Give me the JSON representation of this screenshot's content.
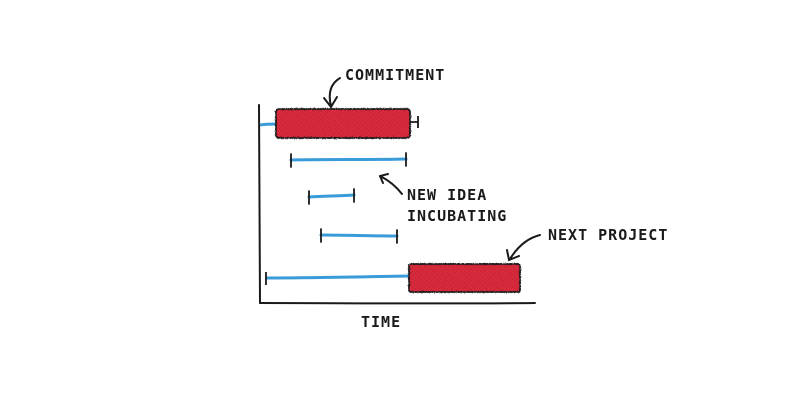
{
  "labels": {
    "commitment": "COMMITMENT",
    "new_idea_line1": "NEW IDEA",
    "new_idea_line2": "INCUBATING",
    "next_project": "NEXT PROJECT",
    "x_axis": "TIME"
  },
  "colors": {
    "ink": "#1a1a1a",
    "commitment_bar": "#d92a3c",
    "idea_line": "#3a9bd9"
  }
}
